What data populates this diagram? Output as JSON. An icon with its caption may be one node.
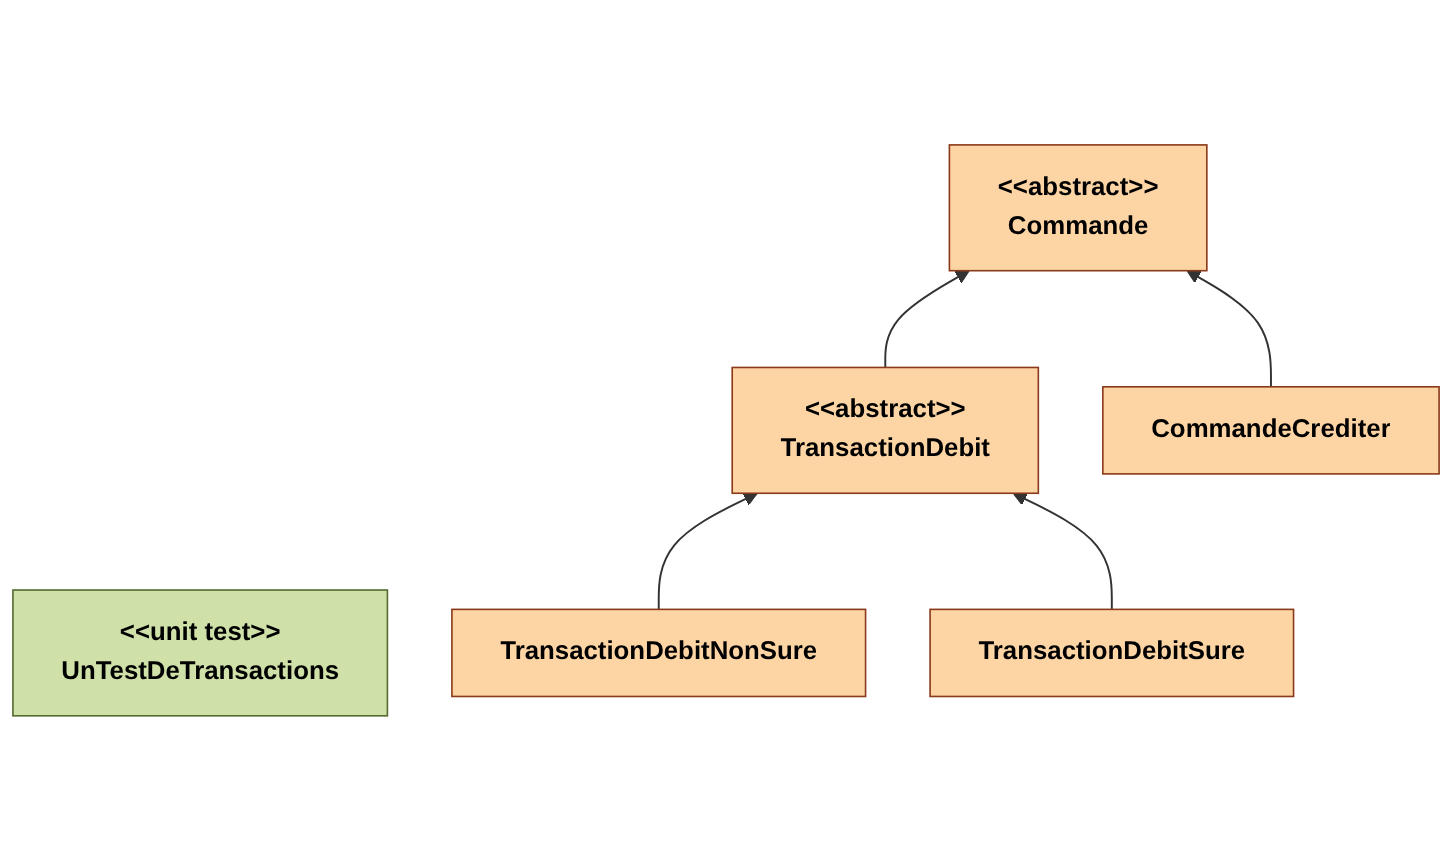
{
  "diagram": {
    "nodes": [
      {
        "text": [
          "<<unit test>>",
          "UnTestDeTransactions"
        ]
      },
      {
        "text": [
          "<<abstract>>",
          "Commande"
        ]
      },
      {
        "text": [
          "<<abstract>>",
          "TransactionDebit"
        ]
      },
      {
        "text": [
          "CommandeCrediter"
        ]
      },
      {
        "text": [
          "TransactionDebitNonSure"
        ]
      },
      {
        "text": [
          "TransactionDebitSure"
        ]
      }
    ],
    "edges": [
      {
        "from": 2,
        "to": 1,
        "arrow": "to"
      },
      {
        "from": 3,
        "to": 1,
        "arrow": "to"
      },
      {
        "from": 4,
        "to": 2,
        "arrow": "to"
      },
      {
        "from": 5,
        "to": 2,
        "arrow": "to"
      }
    ]
  }
}
